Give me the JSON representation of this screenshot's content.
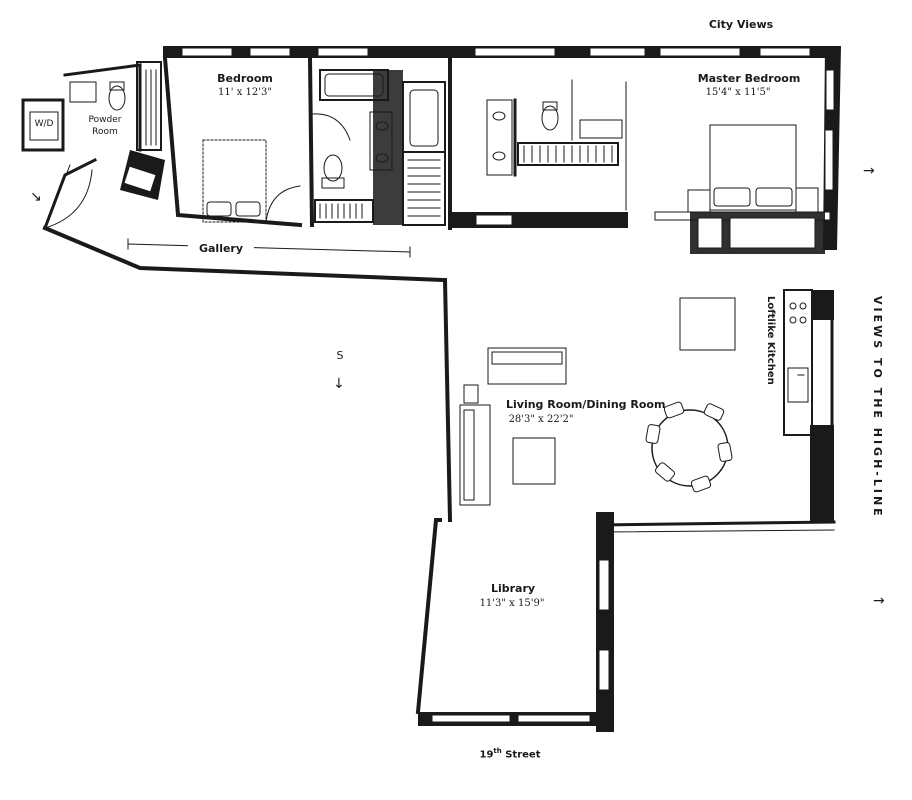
{
  "views": {
    "city": "City Views",
    "high_line": "VIEWS TO THE HIGH-LINE"
  },
  "street": {
    "name": "19",
    "suffix": "th",
    "word": "Street"
  },
  "rooms": {
    "bedroom": {
      "name": "Bedroom",
      "dims": "11' x 12'3\""
    },
    "master_bedroom": {
      "name": "Master Bedroom",
      "dims": "15'4\" x 11'5\""
    },
    "powder_room": {
      "line1": "Powder",
      "line2": "Room"
    },
    "wd": "W/D",
    "gallery": "Gallery",
    "kitchen": "Loftlike Kitchen",
    "living": {
      "name": "Living Room/Dining Room",
      "dims": "28'3\" x 22'2\""
    },
    "library": {
      "name": "Library",
      "dims": "11'3\" x 15'9\""
    }
  },
  "compass": {
    "label": "S"
  },
  "icons": {
    "entry": "arrow-right-icon",
    "view_arrow": "arrow-right-icon",
    "south": "arrow-down-icon"
  }
}
